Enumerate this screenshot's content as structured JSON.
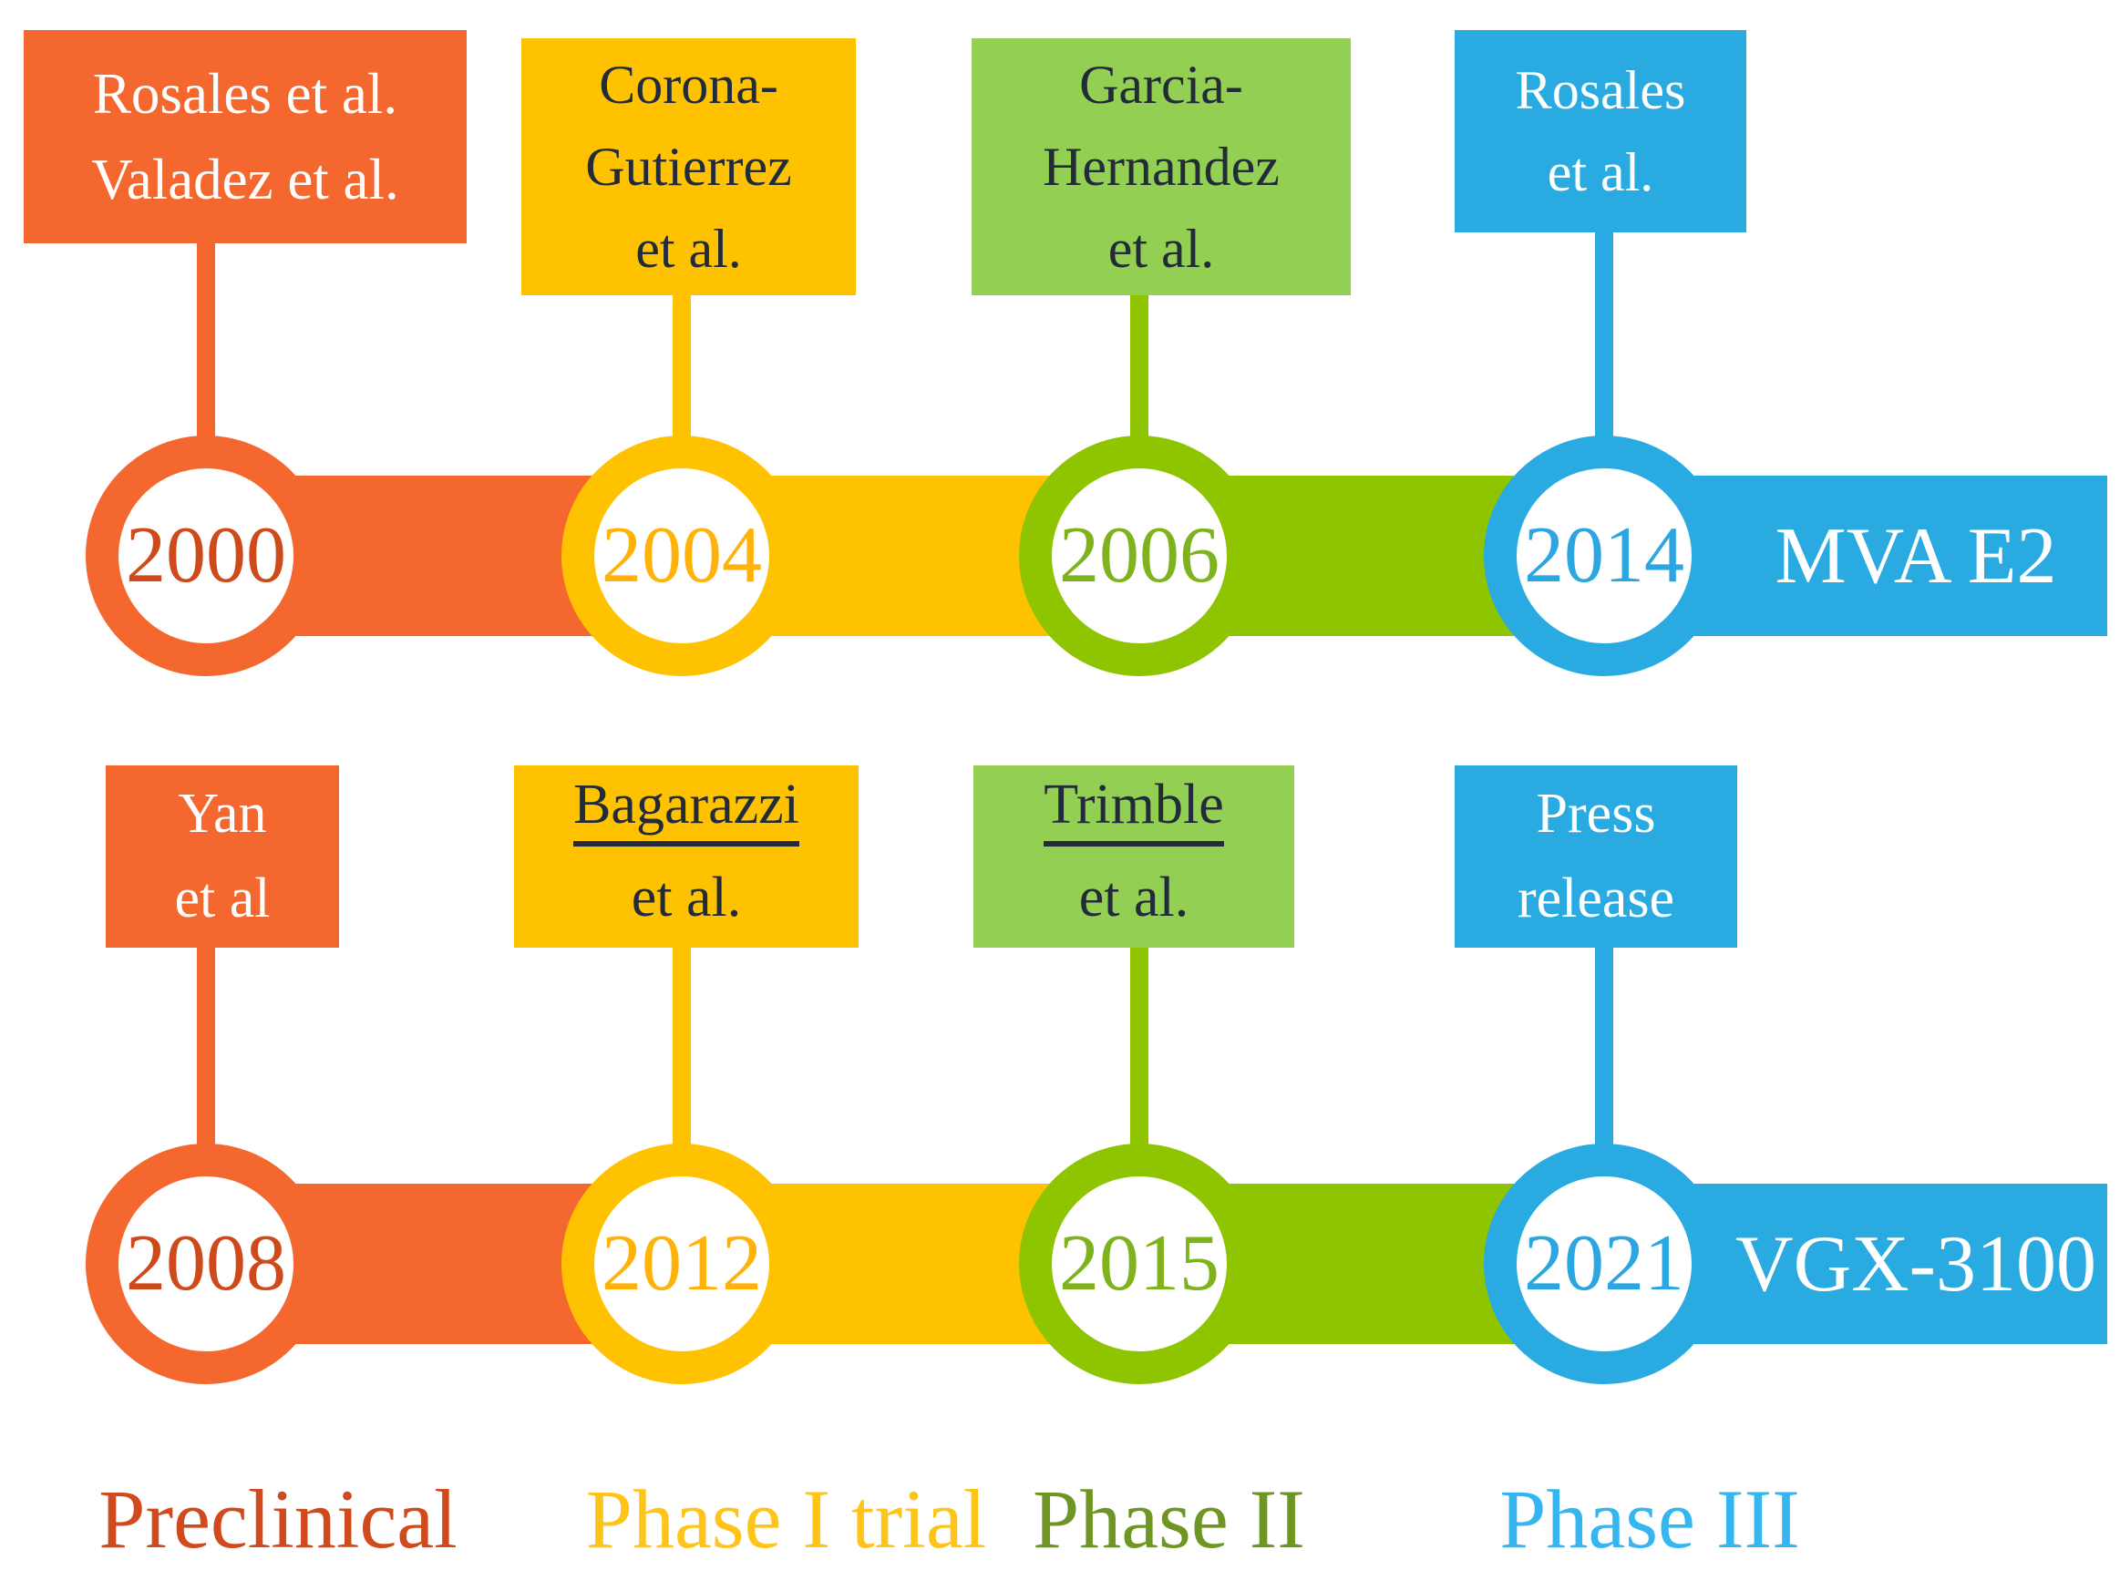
{
  "figure": {
    "title_semantic": "HPV therapeutic DNA vaccine clinical development timelines",
    "palette": {
      "orange": "#F4672E",
      "yellow": "#FFC200",
      "green_bar": "#8FC400",
      "green_box": "#92CF52",
      "blue": "#29ABE2",
      "year_text_orange": "#CE4A1A",
      "year_text_yellow": "#FFB30A",
      "year_text_green": "#7FB31E",
      "year_text_blue": "#2CA6E0",
      "dark_text": "#222C38",
      "light_text": "#FFFFFF",
      "label_preclinical": "#CF4A1C",
      "label_phase1": "#FFC41A",
      "label_phase2": "#6D9722",
      "label_phase3": "#35B6F0"
    },
    "rows": [
      {
        "product_label": "MVA E2",
        "milestones": [
          {
            "authors": [
              "Rosales et al.",
              "Valadez et al."
            ],
            "year": "2000",
            "phase": "Preclinical"
          },
          {
            "authors": [
              "Corona-",
              "Gutierrez",
              "et al."
            ],
            "year": "2004",
            "phase": "Phase I trial"
          },
          {
            "authors": [
              "Garcia-",
              "Hernandez",
              "et al."
            ],
            "year": "2006",
            "phase": "Phase II"
          },
          {
            "authors": [
              "Rosales",
              "et al."
            ],
            "year": "2014",
            "phase": "Phase III"
          }
        ]
      },
      {
        "product_label": "VGX-3100",
        "milestones": [
          {
            "authors": [
              "Yan",
              "et al"
            ],
            "year": "2008",
            "phase": "Preclinical"
          },
          {
            "authors": [
              "Bagarazzi",
              "et al."
            ],
            "year": "2012",
            "phase": "Phase I trial",
            "first_author_underlined": true
          },
          {
            "authors": [
              "Trimble",
              "et al."
            ],
            "year": "2015",
            "phase": "Phase II",
            "first_author_underlined": true
          },
          {
            "authors": [
              "Press",
              "release"
            ],
            "year": "2021",
            "phase": "Phase III"
          }
        ]
      }
    ],
    "phase_labels": [
      {
        "label": "Preclinical"
      },
      {
        "label": "Phase I trial"
      },
      {
        "label": "Phase II"
      },
      {
        "label": "Phase III"
      }
    ]
  }
}
